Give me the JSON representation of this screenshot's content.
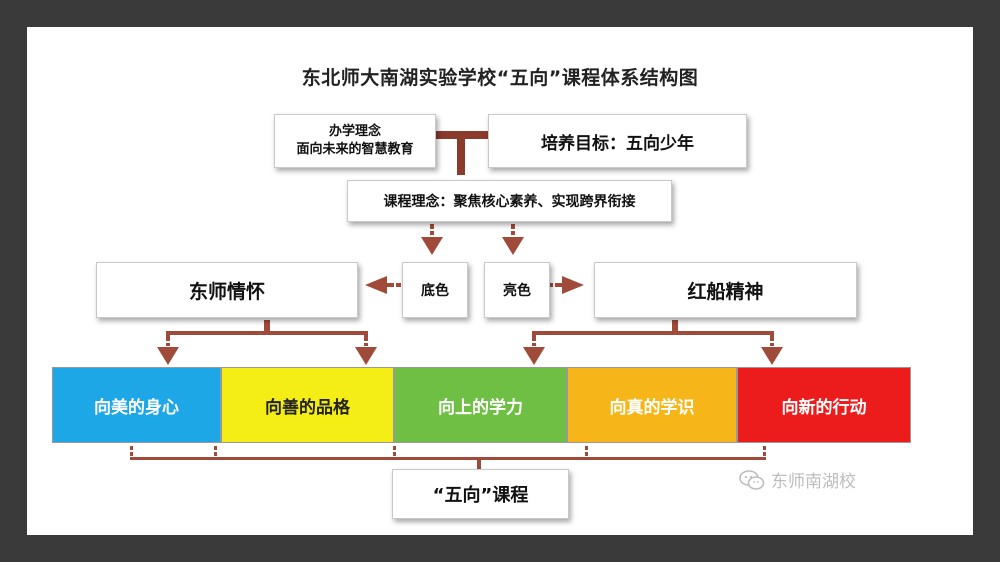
{
  "title": "东北师大南湖实验学校“五向”课程体系结构图",
  "philosophy": {
    "line1": "办学理念",
    "line2": "面向未来的智慧教育"
  },
  "goal": "培养目标：五向少年",
  "curriculum_concept": "课程理念：聚焦核心素养、实现跨界衔接",
  "base_color": "底色",
  "bright_color": "亮色",
  "left_theme": "东师情怀",
  "right_theme": "红船精神",
  "directions": [
    {
      "label": "向美的身心",
      "color": "#1ea7e6",
      "text_color": "#ffffff"
    },
    {
      "label": "向善的品格",
      "color": "#f4ee16",
      "text_color": "#222222"
    },
    {
      "label": "向上的学力",
      "color": "#6fbf45",
      "text_color": "#ffffff"
    },
    {
      "label": "向真的学识",
      "color": "#f6b619",
      "text_color": "#ffffff"
    },
    {
      "label": "向新的行动",
      "color": "#ec1c1c",
      "text_color": "#ffffff"
    }
  ],
  "course": "“五向”课程",
  "watermark": "东师南湖校",
  "connector_color": "#a04a3a"
}
